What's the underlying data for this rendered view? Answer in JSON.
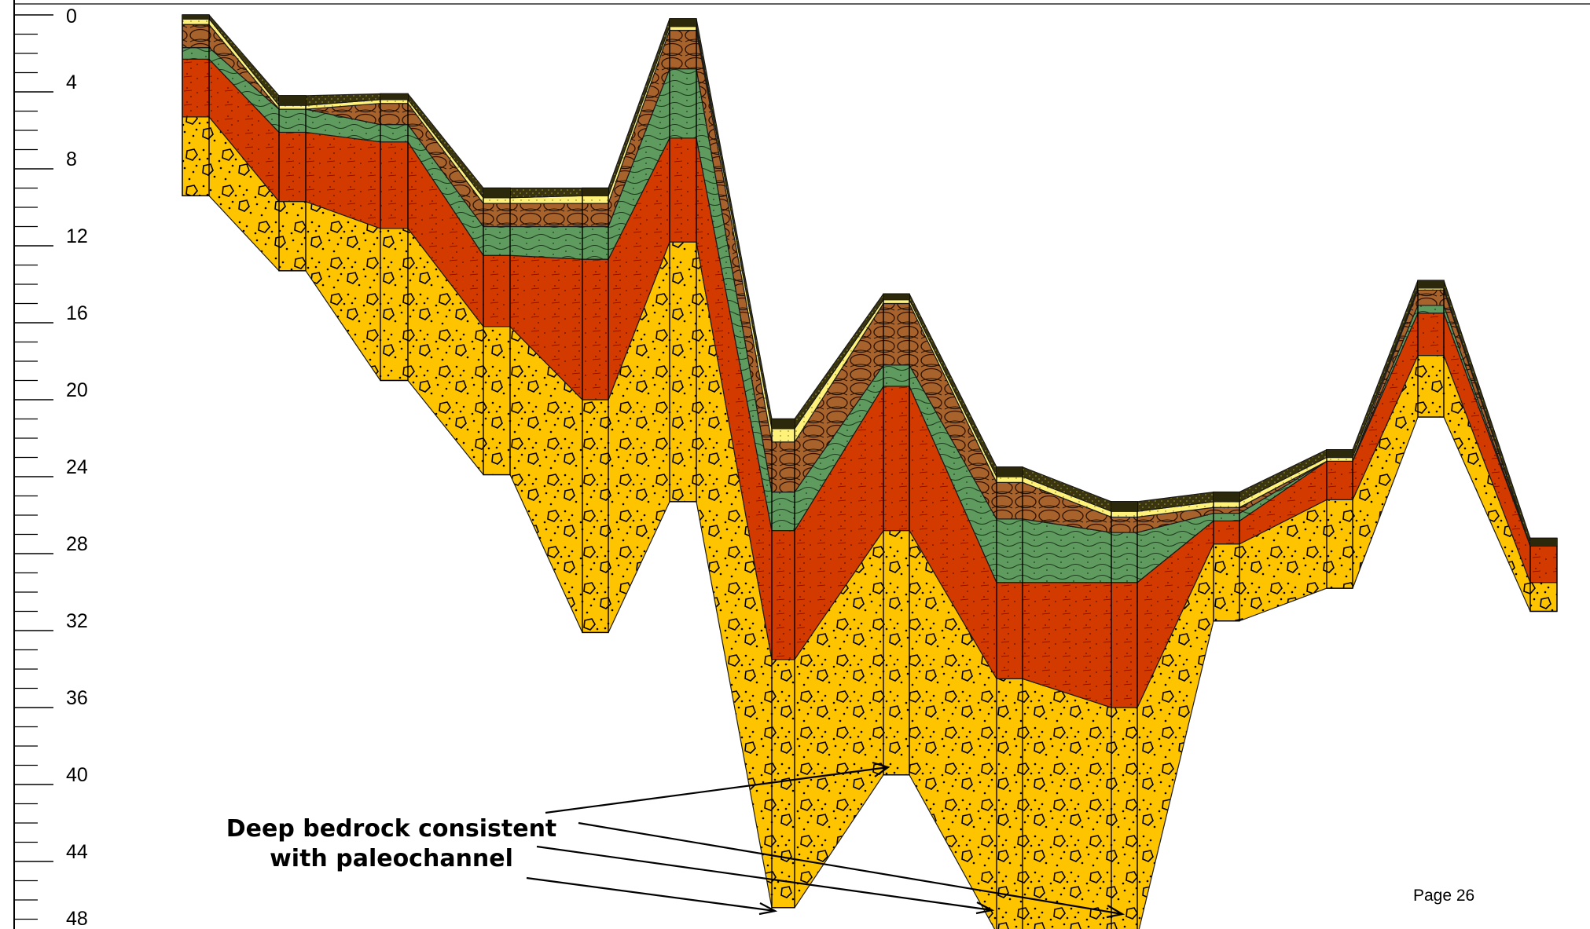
{
  "depth_axis": {
    "min": 0,
    "max": 48,
    "major_step": 4,
    "minor_step": 1,
    "labels": [
      "0",
      "4",
      "8",
      "12",
      "16",
      "20",
      "24",
      "28",
      "32",
      "36",
      "40",
      "44",
      "48"
    ]
  },
  "annotation": {
    "line1": "Deep bedrock consistent",
    "line2": "with paleochannel"
  },
  "page_number": "Page 26",
  "layer_colors": {
    "topsoil": "#3a3510",
    "sand_thin": "#fff27a",
    "cobbles": "#a8622c",
    "silt_green": "#5f9a5f",
    "clay_red": "#d23a00",
    "bedrock_gravel": "#ffc400"
  },
  "boreholes": [
    {
      "top": 0.0,
      "soil": 0.2,
      "sand": 0.5,
      "cobble": 1.7,
      "silt": 2.3,
      "clay": 5.3,
      "bottom": 9.4
    },
    {
      "top": 4.2,
      "soil": 4.7,
      "sand": 4.9,
      "cobble": 4.9,
      "silt": 6.1,
      "clay": 9.7,
      "bottom": 13.3
    },
    {
      "top": 4.1,
      "soil": 4.4,
      "sand": 4.6,
      "cobble": 5.7,
      "silt": 6.6,
      "clay": 11.1,
      "bottom": 19.0
    },
    {
      "top": 9.0,
      "soil": 9.5,
      "sand": 9.8,
      "cobble": 11.0,
      "silt": 12.5,
      "clay": 16.2,
      "bottom": 23.9
    },
    {
      "top": 9.0,
      "soil": 9.4,
      "sand": 9.8,
      "cobble": 11.0,
      "silt": 12.7,
      "clay": 20.0,
      "bottom": 32.1
    },
    {
      "top": 0.2,
      "soil": 0.6,
      "sand": 0.8,
      "cobble": 2.8,
      "silt": 6.4,
      "clay": 11.8,
      "bottom": 25.3
    },
    {
      "top": 21.0,
      "soil": 21.5,
      "sand": 22.2,
      "cobble": 24.8,
      "silt": 26.8,
      "clay": 33.5,
      "bottom": 46.4
    },
    {
      "top": 14.5,
      "soil": 14.8,
      "sand": 15.0,
      "cobble": 18.2,
      "silt": 19.3,
      "clay": 26.8,
      "bottom": 39.5
    },
    {
      "top": 23.5,
      "soil": 24.0,
      "sand": 24.3,
      "cobble": 26.2,
      "silt": 29.5,
      "clay": 34.5,
      "bottom": 47.7
    },
    {
      "top": 25.3,
      "soil": 25.8,
      "sand": 26.1,
      "cobble": 26.9,
      "silt": 29.5,
      "clay": 36.0,
      "bottom": 47.9
    },
    {
      "top": 24.8,
      "soil": 25.3,
      "sand": 25.6,
      "cobble": 25.9,
      "silt": 26.3,
      "clay": 27.5,
      "bottom": 31.5
    },
    {
      "top": 22.6,
      "soil": 23.0,
      "sand": 23.2,
      "cobble": 23.2,
      "silt": 23.2,
      "clay": 25.2,
      "bottom": 29.8
    },
    {
      "top": 13.8,
      "soil": 14.2,
      "sand": 14.3,
      "cobble": 15.1,
      "silt": 15.5,
      "clay": 17.7,
      "bottom": 20.9
    },
    {
      "top": 27.2,
      "soil": 27.6,
      "sand": 27.6,
      "cobble": 27.6,
      "silt": 27.6,
      "clay": 29.5,
      "bottom": 31.0
    }
  ]
}
